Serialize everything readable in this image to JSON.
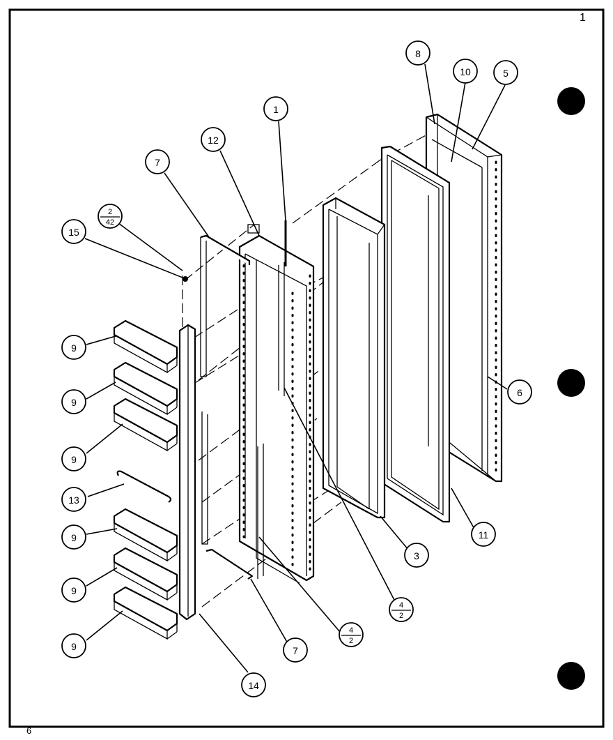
{
  "sheet": {
    "corner_mark": "1",
    "footer_mark": "6"
  },
  "callouts": [
    {
      "id": "c15",
      "label": "15"
    },
    {
      "id": "c2-42",
      "top": "2",
      "bottom": "42"
    },
    {
      "id": "c7a",
      "label": "7"
    },
    {
      "id": "c12",
      "label": "12"
    },
    {
      "id": "c1",
      "label": "1"
    },
    {
      "id": "c8",
      "label": "8"
    },
    {
      "id": "c10",
      "label": "10"
    },
    {
      "id": "c5",
      "label": "5"
    },
    {
      "id": "c6",
      "label": "6"
    },
    {
      "id": "c9a",
      "label": "9"
    },
    {
      "id": "c9b",
      "label": "9"
    },
    {
      "id": "c9c",
      "label": "9"
    },
    {
      "id": "c13",
      "label": "13"
    },
    {
      "id": "c9d",
      "label": "9"
    },
    {
      "id": "c9e",
      "label": "9"
    },
    {
      "id": "c9f",
      "label": "9"
    },
    {
      "id": "c11",
      "label": "11"
    },
    {
      "id": "c3",
      "label": "3"
    },
    {
      "id": "c4-2a",
      "top": "4",
      "bottom": "2"
    },
    {
      "id": "c4-2b",
      "top": "4",
      "bottom": "2"
    },
    {
      "id": "c7b",
      "label": "7"
    },
    {
      "id": "c14",
      "label": "14"
    }
  ],
  "binder_holes": 3
}
